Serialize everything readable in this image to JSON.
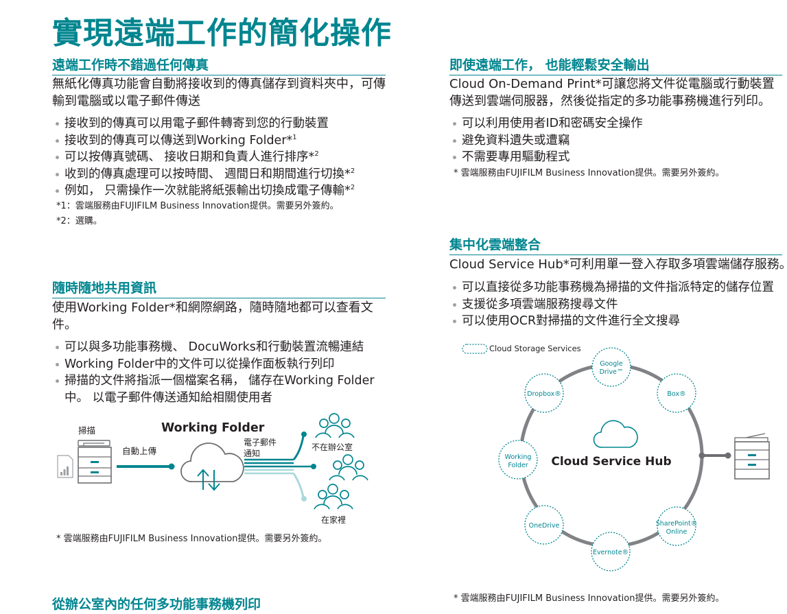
{
  "main_title": "實現遠端工作的簡化操作",
  "section_fax": {
    "title": "遠端工作時不錯過任何傳真",
    "lead": "無紙化傳真功能會自動將接收到的傳真儲存到資料夾中，可傳輸到電腦或以電子郵件傳送",
    "bullets": [
      {
        "text": "接收到的傳真可以用電子郵件轉寄到您的行動裝置",
        "sup": ""
      },
      {
        "text": "接收到的傳真可以傳送到Working Folder*",
        "sup": "1"
      },
      {
        "text": "可以按傳真號碼、 接收日期和負責人進行排序*",
        "sup": "2"
      },
      {
        "text": "收到的傳真處理可以按時間、 週間日和期間進行切換*",
        "sup": "2"
      },
      {
        "text": "例如， 只需操作一次就能將紙張輸出切換成電子傳輸*",
        "sup": "2"
      }
    ],
    "notes": [
      "*1：雲端服務由FUJIFILM Business Innovation提供。需要另外簽約。",
      "*2：選購。"
    ]
  },
  "section_share": {
    "title": "隨時隨地共用資訊",
    "lead": "使用Working Folder*和網際網路，隨時隨地都可以查看文件。",
    "bullets": [
      "可以與多功能事務機、 DocuWorks和行動裝置流暢連結",
      "Working Folder中的文件可以從操作面板執行列印",
      "掃描的文件將指派一個檔案名稱， 儲存在Working Folder中。 以電子郵件傳送通知給相關使用者"
    ],
    "diagram": {
      "scan_label": "掃描",
      "upload_label": "自動上傳",
      "folder_label": "Working Folder",
      "email_label_1": "電子郵件",
      "email_label_2": "通知",
      "out_of_office_label": "不在辦公室",
      "at_home_label": "在家裡"
    },
    "note": "* 雲端服務由FUJIFILM Business Innovation提供。需要另外簽約。"
  },
  "section_print": {
    "title": "即使遠端工作， 也能輕鬆安全輸出",
    "lead": "Cloud On-Demand Print*可讓您將文件從電腦或行動裝置傳送到雲端伺服器，然後從指定的多功能事務機進行列印。",
    "bullets": [
      "可以利用使用者ID和密碼安全操作",
      "避免資料遺失或遭竊",
      "不需要專用驅動程式"
    ],
    "note": "* 雲端服務由FUJIFILM Business Innovation提供。需要另外簽約。"
  },
  "section_hub": {
    "title": "集中化雲端整合",
    "lead": "Cloud Service Hub*可利用單一登入存取多項雲端儲存服務。",
    "bullets": [
      "可以直接從多功能事務機為掃描的文件指派特定的儲存位置",
      "支援從多項雲端服務搜尋文件",
      "可以使用OCR對掃描的文件進行全文搜尋"
    ],
    "legend_label": "Cloud Storage Services",
    "hub_label": "Cloud Service Hub",
    "services": {
      "google_1": "Google",
      "google_2": "Drive™",
      "dropbox": "Dropbox®",
      "box": "Box®",
      "wf_1": "Working",
      "wf_2": "Folder",
      "onedrive": "OneDrive",
      "sp_1": "SharePoint®",
      "sp_2": "Online",
      "evernote": "Evernote®"
    },
    "note": "* 雲端服務由FUJIFILM Business Innovation提供。需要另外簽約。"
  },
  "section_bottom": {
    "title": "從辦公室內的任何多功能事務機列印"
  },
  "colors": {
    "teal": "#00858f",
    "light_teal": "#a9d8dc",
    "gray": "#9ea1a3",
    "dark_gray": "#6d6e71",
    "text": "#231f20"
  }
}
